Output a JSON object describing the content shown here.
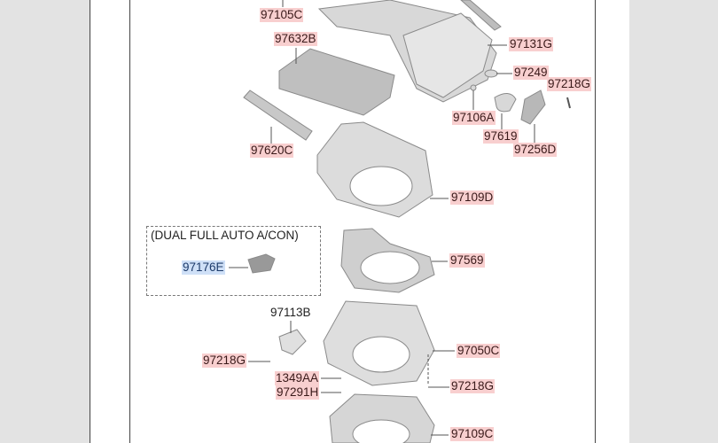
{
  "diagram": {
    "note": "(DUAL FULL AUTO A/CON)",
    "labels": {
      "p97105C": "97105C",
      "p97632B": "97632B",
      "p97620C": "97620C",
      "p97131G": "97131G",
      "p97249": "97249",
      "p97218G_a": "97218G",
      "p97106A": "97106A",
      "p97619": "97619",
      "p97256D": "97256D",
      "p97109D": "97109D",
      "p97176E": "97176E",
      "p97569": "97569",
      "p97113B": "97113B",
      "p97218G_b": "97218G",
      "p97050C": "97050C",
      "p1349AA": "1349AA",
      "p97291H": "97291H",
      "p97218G_c": "97218G",
      "p97109C": "97109C"
    },
    "colors": {
      "highlight": "#f8cfcf",
      "selected": "#cfe0f7"
    }
  }
}
